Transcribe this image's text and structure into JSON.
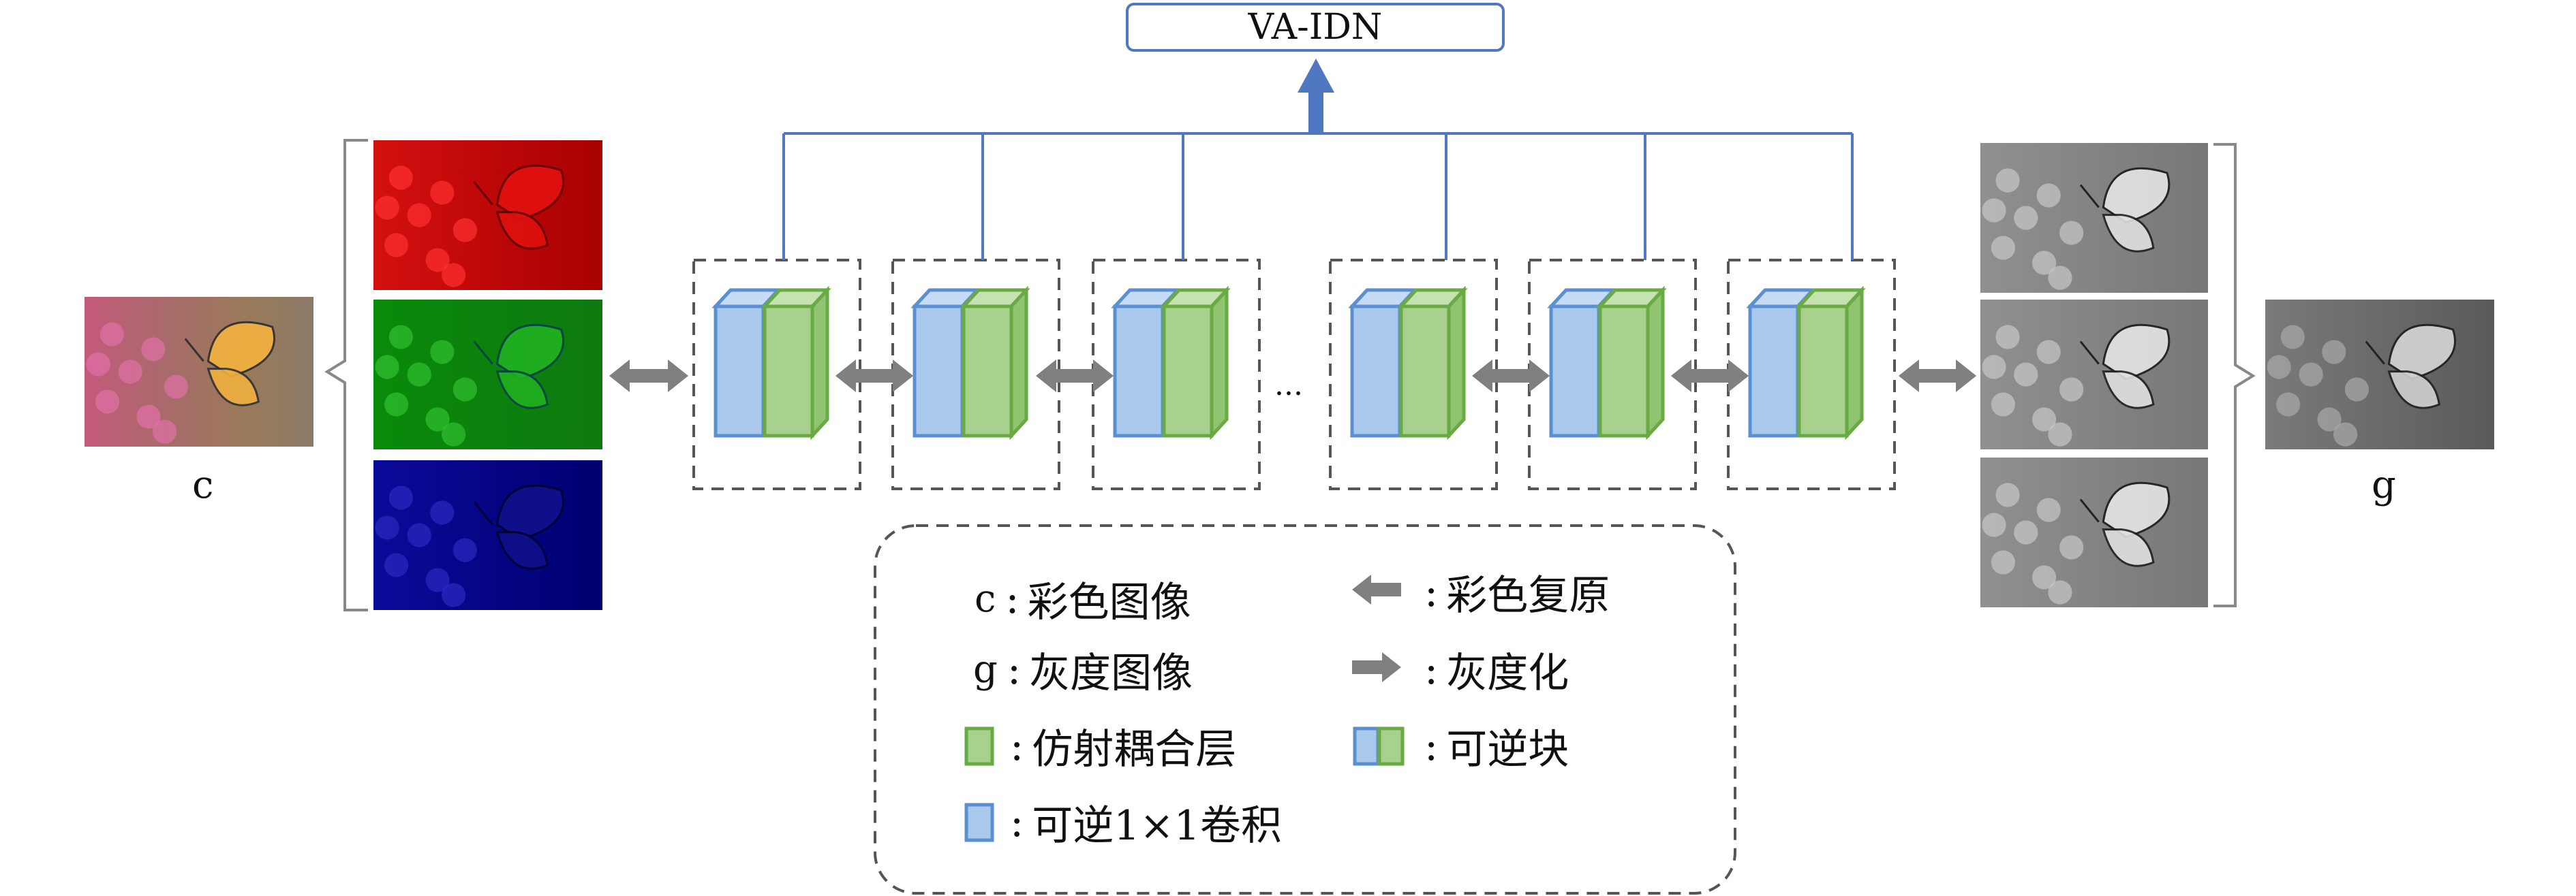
{
  "title": "VA-IDN",
  "labels": {
    "color_input": "c",
    "gray_output": "g",
    "ellipsis": "..."
  },
  "legend": {
    "items": [
      {
        "symbol": "c",
        "colon": ":",
        "text": "彩色图像"
      },
      {
        "symbol": "g",
        "colon": ":",
        "text": "灰度图像"
      },
      {
        "symbol": "green-block-icon",
        "colon": ":",
        "text": "仿射耦合层"
      },
      {
        "symbol": "blue-block-icon",
        "colon": ":",
        "text": "可逆1×1卷积"
      },
      {
        "symbol": "left-arrow-icon",
        "colon": ":",
        "text": "彩色复原"
      },
      {
        "symbol": "right-arrow-icon",
        "colon": ":",
        "text": "灰度化"
      },
      {
        "symbol": "invertible-block-icon",
        "colon": ":",
        "text": "可逆块"
      }
    ]
  },
  "colors": {
    "block_blue_fill": "#a8c8ec",
    "block_blue_stroke": "#5b8fd0",
    "block_green_fill": "#a9d18e",
    "block_green_stroke": "#6aaa45",
    "connector": "#4f78c0",
    "arrow_gray": "#808080"
  }
}
